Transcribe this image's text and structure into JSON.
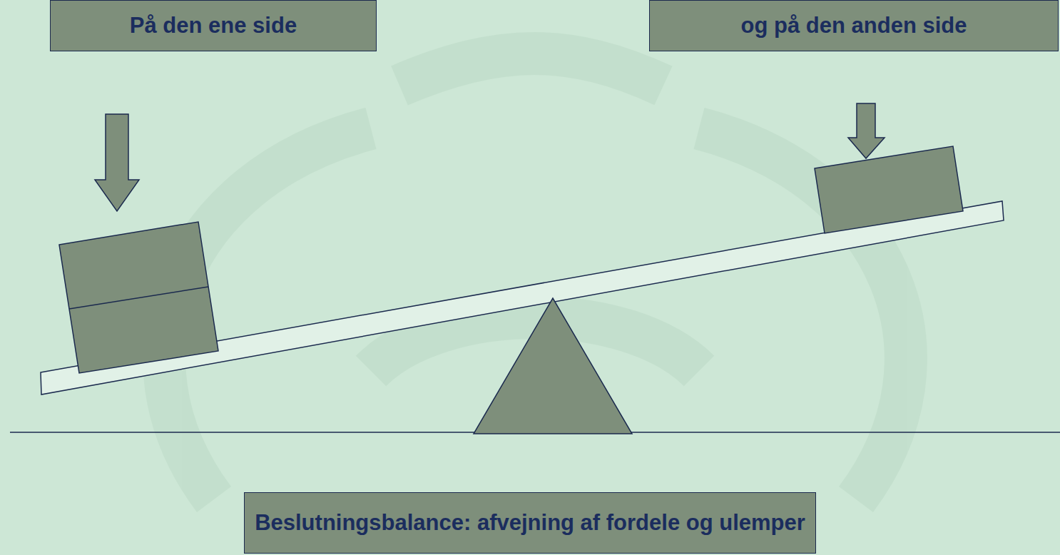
{
  "diagram": {
    "nodes": [
      {
        "text": [
          "På den ene side"
        ]
      },
      {
        "text": [
          "og på den anden side"
        ]
      },
      {
        "text": [
          "Beslutningsbalance: afvejning af fordele og ulemper"
        ]
      }
    ]
  }
}
